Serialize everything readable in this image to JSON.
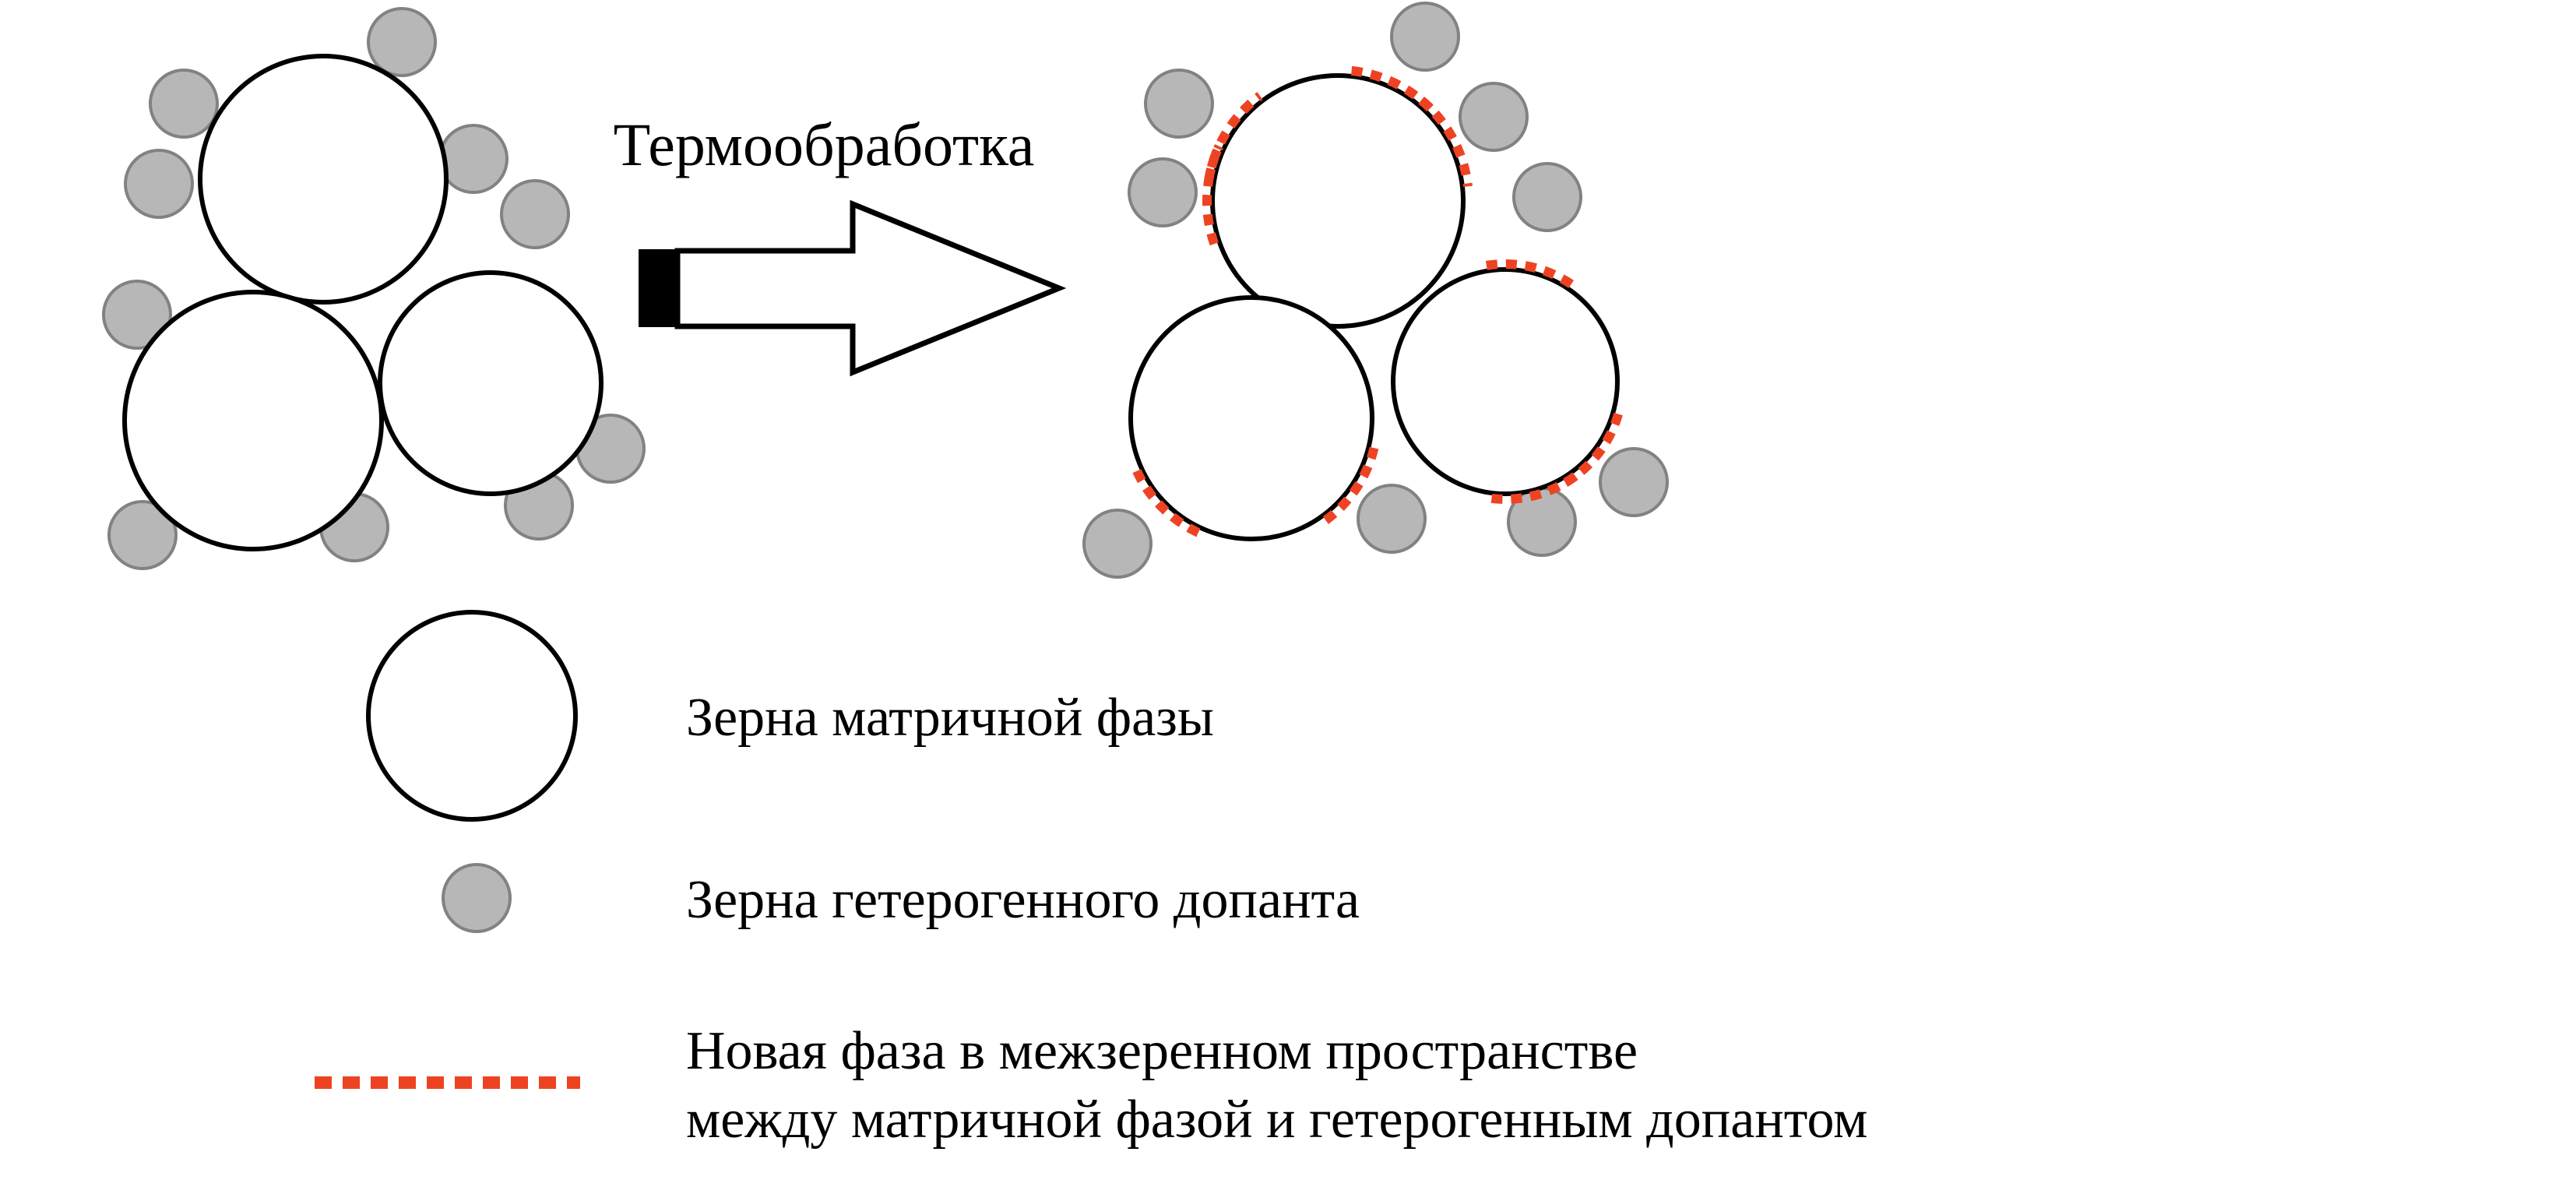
{
  "diagram": {
    "process_label": "Термообработка",
    "legend": {
      "matrix": {
        "label": "Зерна матричной фазы"
      },
      "dopant": {
        "label": "Зерна гетерогенного допанта"
      },
      "new_phase": {
        "label_line1": "Новая фаза в межзеренном пространстве",
        "label_line2": "между матричной фазой и гетерогенным допантом"
      }
    },
    "colors": {
      "background": "#ffffff",
      "text": "#000000",
      "matrix_fill": "#ffffff",
      "matrix_stroke": "#000000",
      "dopant_fill": "#b7b7b7",
      "dopant_stroke": "#828282",
      "new_phase": "#ee4323",
      "arrow_stroke": "#000000"
    }
  }
}
